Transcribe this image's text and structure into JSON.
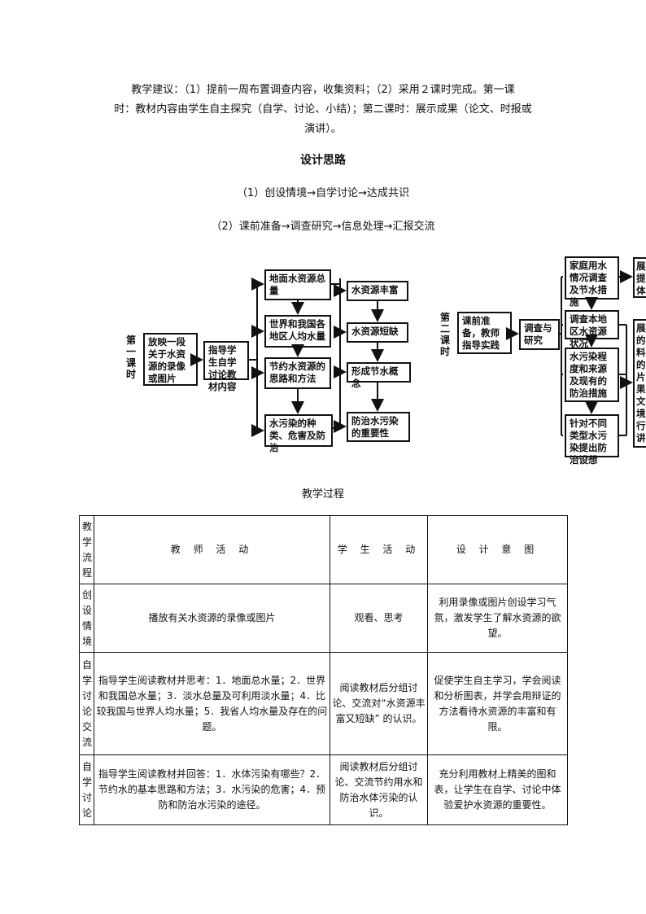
{
  "intro": {
    "line1": "教学建议：（1）提前一周布置调查内容，收集资料；（2）采用２课时完成。第一课",
    "line2": "时：教材内容由学生自主探究（自学、讨论、小结）；第二课时：展示成果（论文、时报或",
    "line3": "演讲）。"
  },
  "design": {
    "title": "设计思路",
    "step1": "（1）创设情境→自学讨论→达成共识",
    "step2": "（2）课前准备→调查研究→信息处理→汇报交流"
  },
  "diagram1": {
    "lesson_label": "第一课时",
    "start": "放映一段关于水资源的录像或图片",
    "guide": "指导学生自学讨论教材内容",
    "topics": [
      "地面水资源总量",
      "世界和我国各地区人均水量",
      "节约水资源的思路和方法",
      "水污染的种类、危害及防治"
    ],
    "results": [
      "水资源丰富",
      "水资源短缺",
      "形成节水概念",
      "防治水污染的重要性"
    ]
  },
  "diagram2": {
    "lesson_label": "第二课时",
    "prep": "课前准备，教师指导实践",
    "research": "调查与研究",
    "items": [
      "家庭用水情况调查及节水措施",
      "调查本地区水资源状况",
      "水污染程度和来源及现有的防治措施",
      "针对不同类型水污染提出防治设想"
    ],
    "output_top": "展提体",
    "output_bottom": "展的料的片果文境行讲"
  },
  "table": {
    "title": "教学过程",
    "headers": {
      "flow": "教学流程",
      "teacher": "教 师 活 动",
      "student": "学 生 活 动",
      "intent": "设 计 意 图"
    },
    "rows": [
      {
        "flow": "创设情境",
        "teacher": "播放有关水资源的录像或图片",
        "student": "观看、思考",
        "intent": "利用录像或图片创设学习气氛，激发学生了解水资源的欲望。"
      },
      {
        "flow": "自学讨论交流",
        "teacher": "指导学生阅读教材并思考：1．地面总水量；2．世界和我国总水量；3．淡水总量及可利用淡水量；4．比较我国与世界人均水量；5．我省人均水量及存在的问题。",
        "student": "阅读教材后分组讨论、交流对“水资源丰富又短缺” 的认识。",
        "intent": "促使学生自主学习，学会阅读和分析图表，并学会用辩证的方法看待水资源的丰富和有限。"
      },
      {
        "flow": "自学讨论",
        "teacher": "指导学生阅读教材并回答：1．水体污染有哪些？2．节约水的基本思路和方法；3．水污染的危害；4．预防和防治水污染的途径。",
        "student": "阅读教材后分组讨论、交流节约用水和防治水体污染的认识。",
        "intent": "充分利用教材上精美的图和表，让学生在自学、讨论中体验爱护水资源的重要性。"
      }
    ]
  }
}
